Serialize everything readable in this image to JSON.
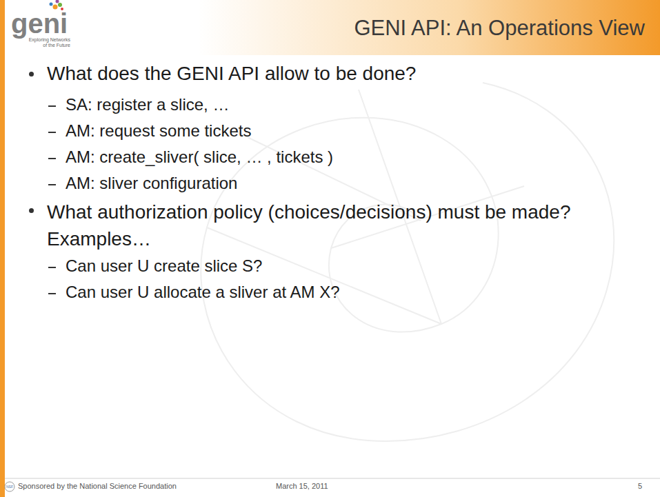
{
  "diagram": {
    "title": "GENI API: An Operations View",
    "labels": [
      "geni",
      "Exploring Networks of the Future",
      "What does the GENI API allow to be done?",
      "SA: register a slice, …",
      "AM: request some tickets",
      "AM: create_sliver( slice, … , tickets )",
      "AM: sliver configuration",
      "What authorization policy (choices/decisions) must be made? Examples…",
      "Can user U create slice S?",
      "Can user U allocate a sliver at AM X?",
      "NSF",
      "Sponsored by the National Science Foundation",
      "March 15, 2011",
      "5"
    ]
  }
}
